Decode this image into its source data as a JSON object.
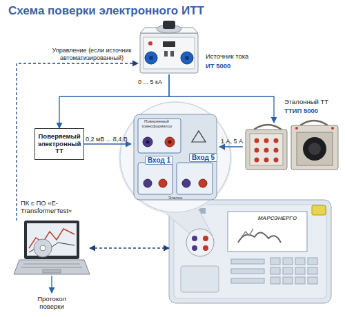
{
  "diagram": {
    "title": "Схема поверки электронного ИТТ",
    "nodes": [
      {
        "text": [
          "Источник тока",
          "ИТ 5000"
        ]
      },
      {
        "text": [
          "Поверяемый электронный ТТ"
        ]
      },
      {
        "text": [
          "Эталонный ТТ",
          "ТТИП 5000"
        ]
      },
      {
        "text": [
          "Поверяемый трансформатор",
          "Вход 1",
          "Вход 5",
          "Эталон"
        ]
      },
      {
        "text": [
          "МАРСЭНЕРГО"
        ]
      },
      {
        "text": [
          "ПК с ПО «E-TransformerTest»"
        ]
      },
      {
        "text": [
          "Протокол поверки"
        ]
      }
    ],
    "edges": [
      {
        "from": 5,
        "to": 0,
        "arrow": "to",
        "label": "Управление (если источник автоматизированный)"
      },
      {
        "from": 0,
        "to": 1,
        "arrow": "to"
      },
      {
        "from": 0,
        "to": 2,
        "arrow": "to"
      },
      {
        "from": 1,
        "to": 3,
        "arrow": "to",
        "label": "0,2 мВ ... 8,4 В"
      },
      {
        "from": 2,
        "to": 3,
        "arrow": "to",
        "label": "1 А, 5 А"
      },
      {
        "from": 5,
        "to": 4,
        "arrow": "both"
      },
      {
        "from": 5,
        "to": 6,
        "arrow": "to"
      }
    ],
    "labels": [
      "0 ... 5 кА"
    ]
  }
}
